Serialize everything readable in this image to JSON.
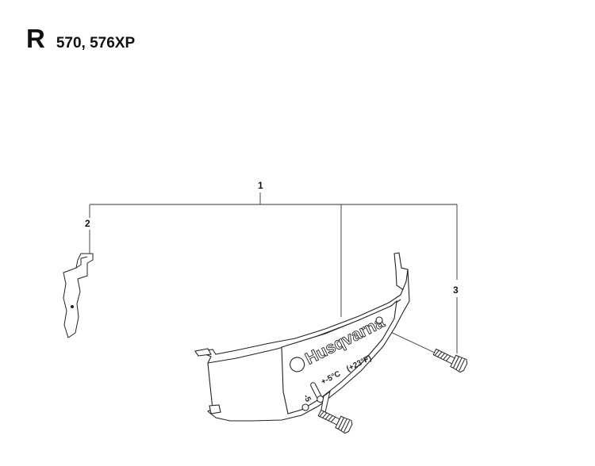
{
  "header": {
    "section_letter": "R",
    "models": "570, 576XP"
  },
  "callouts": {
    "c1": "1",
    "c2": "2",
    "c3": "3"
  },
  "cover_decal": {
    "brand": "Husqvarna",
    "temp_minus5": "-5",
    "temp_c": "+-5°C",
    "temp_f": "(+23°F)"
  }
}
